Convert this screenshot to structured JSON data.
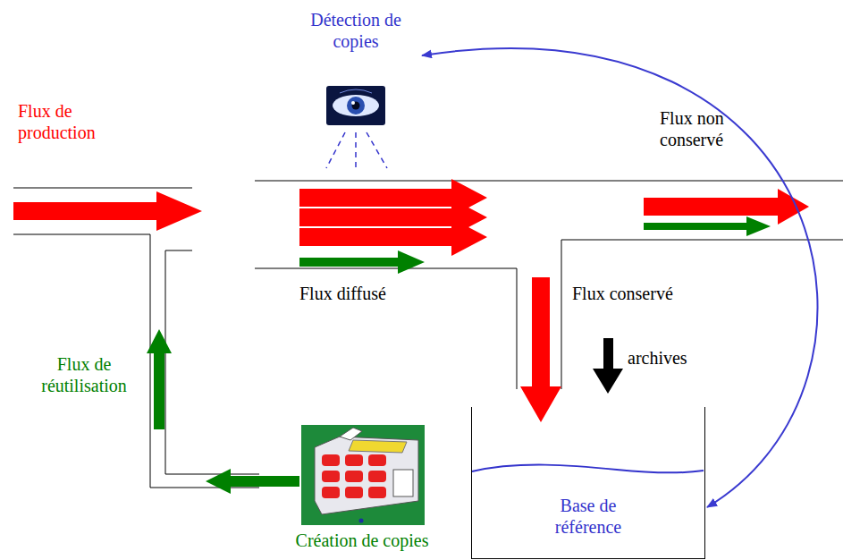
{
  "diagram": {
    "nodes": [
      {
        "text": [
          "Détection de copies"
        ]
      },
      {
        "text": [
          "Base de référence"
        ]
      },
      {
        "text": [
          "Création de copies"
        ]
      }
    ],
    "edges": [
      {
        "from": 0,
        "to": 1,
        "arrow": "both"
      }
    ],
    "labels": [
      "Flux de production",
      "Flux non conservé",
      "Flux diffusé",
      "Flux conservé",
      "archives",
      "Flux de réutilisation"
    ]
  }
}
